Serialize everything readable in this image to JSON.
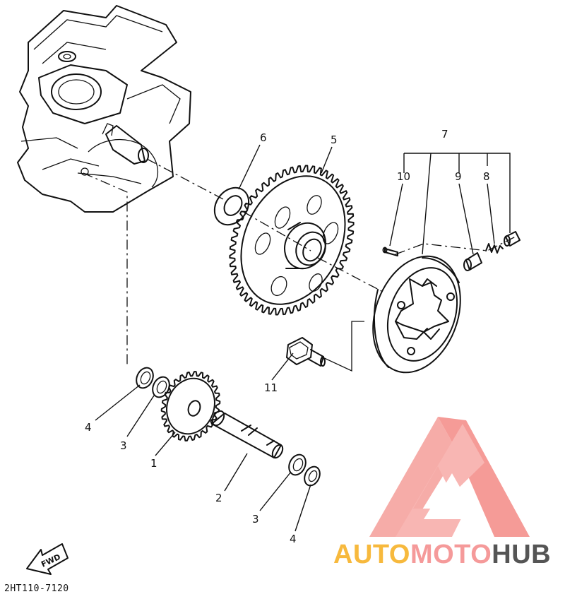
{
  "drawing_code": "2HT110-7120",
  "fwd_label": "FWD",
  "callouts": {
    "c1": "1",
    "c2": "2",
    "c3a": "3",
    "c3b": "3",
    "c4a": "4",
    "c4b": "4",
    "c5": "5",
    "c6": "6",
    "c7": "7",
    "c8": "8",
    "c9": "9",
    "c10": "10",
    "c11": "11"
  },
  "brand": {
    "part1": "AUTO",
    "part2": "MOTO",
    "part3": "HUB",
    "colors": {
      "auto": "#f7b93d",
      "moto": "#f59a9a",
      "hub": "#555555",
      "logo": "#f48a86"
    }
  }
}
